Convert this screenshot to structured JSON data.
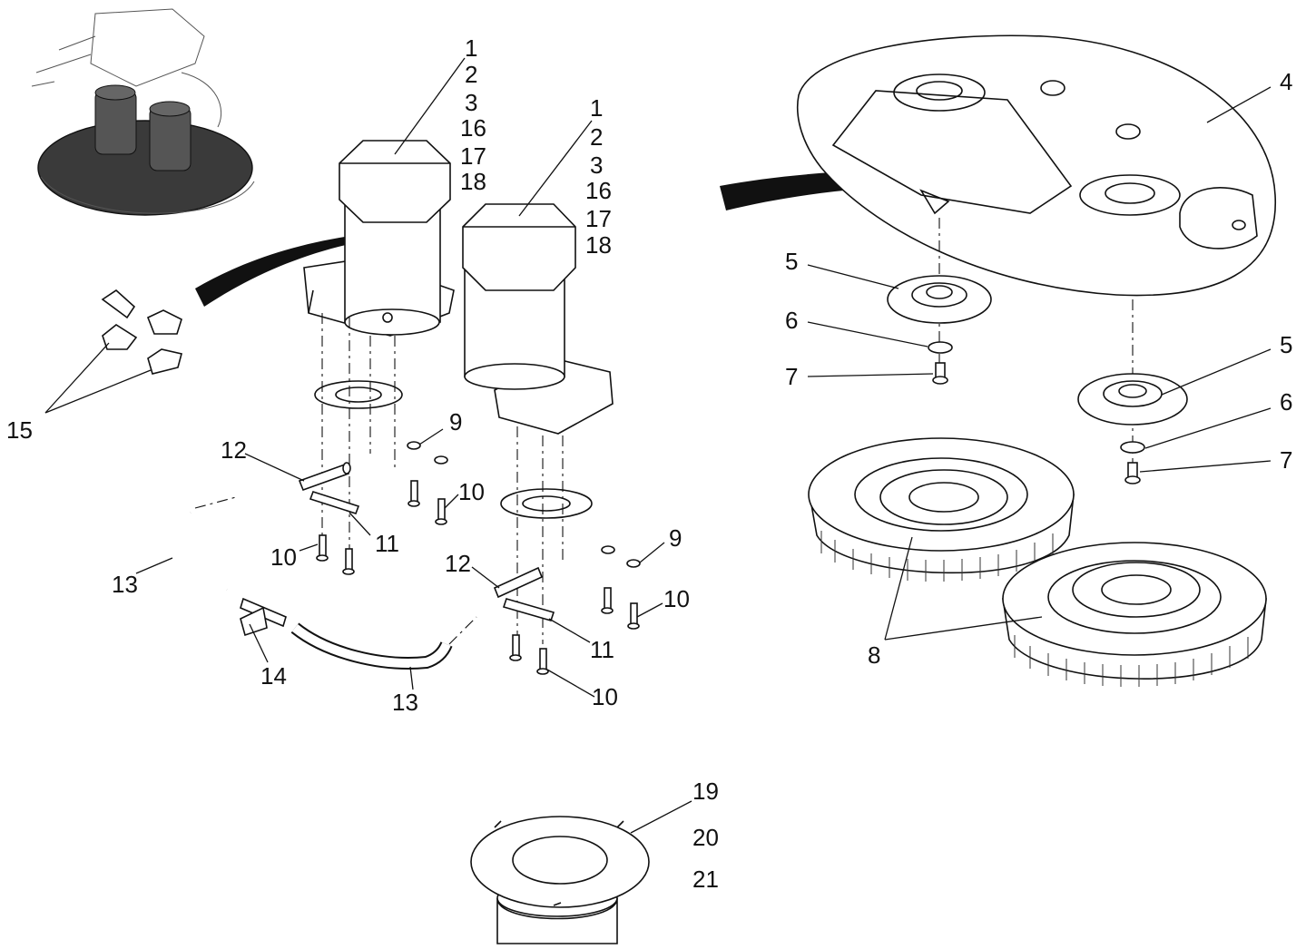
{
  "callouts": {
    "motor1": [
      "1",
      "2",
      "3",
      "16",
      "17",
      "18"
    ],
    "motor2": [
      "1",
      "2",
      "3",
      "16",
      "17",
      "18"
    ],
    "deck": "4",
    "hub_left": "5",
    "washer_left": "6",
    "bolt_left": "7",
    "hub_right": "5",
    "washer_right": "6",
    "bolt_right": "7",
    "brushes": "8",
    "lockwasher_left": "9",
    "lockwasher_right": "9",
    "screw_left_a": "10",
    "screw_left_b": "10",
    "screw_right_a": "10",
    "screw_right_b": "10",
    "clamp_left": "11",
    "clamp_right": "11",
    "fitting_left": "12",
    "fitting_right": "12",
    "hose_left": "13",
    "hose_right": "13",
    "tee": "14",
    "caps": "15",
    "pad_driver": [
      "19",
      "20",
      "21"
    ]
  }
}
